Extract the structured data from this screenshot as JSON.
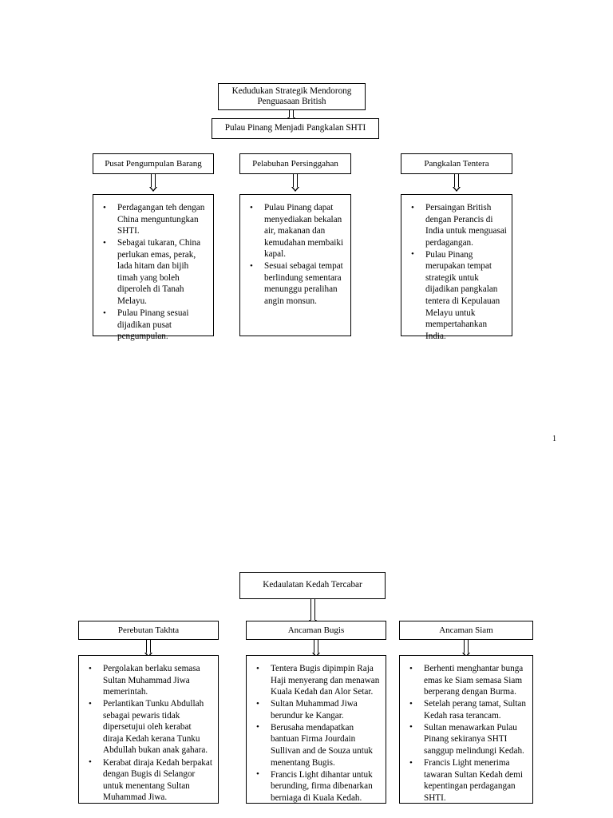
{
  "document": {
    "page_number": "1"
  },
  "diagram1": {
    "root": {
      "label": "Kedudukan Strategik Mendorong Penguasaan British"
    },
    "subroot": {
      "label": "Pulau Pinang Menjadi Pangkalan SHTI"
    },
    "columns": [
      {
        "header": "Pusat Pengumpulan Barang",
        "points": [
          "Perdagangan teh dengan China menguntungkan SHTI.",
          "Sebagai tukaran, China perlukan emas, perak, lada hitam dan bijih timah yang boleh diperoleh di Tanah Melayu.",
          "Pulau Pinang sesuai dijadikan pusat pengumpulan."
        ]
      },
      {
        "header": "Pelabuhan Persinggahan",
        "points": [
          "Pulau Pinang dapat menyediakan bekalan air, makanan dan kemudahan membaiki kapal.",
          "Sesuai sebagai tempat berlindung sementara menunggu peralihan angin monsun."
        ]
      },
      {
        "header": "Pangkalan Tentera",
        "points": [
          "Persaingan British dengan Perancis di India untuk menguasai perdagangan.",
          "Pulau Pinang merupakan tempat strategik untuk dijadikan pangkalan tentera di Kepulauan Melayu untuk mempertahankan India."
        ]
      }
    ]
  },
  "diagram2": {
    "root": {
      "label": "Kedaulatan Kedah Tercabar"
    },
    "columns": [
      {
        "header": "Perebutan Takhta",
        "points": [
          "Pergolakan berlaku semasa Sultan Muhammad Jiwa memerintah.",
          "Perlantikan Tunku Abdullah sebagai pewaris tidak dipersetujui oleh kerabat diraja Kedah kerana Tunku Abdullah bukan anak gahara.",
          "Kerabat diraja Kedah berpakat dengan Bugis di Selangor untuk menentang Sultan Muhammad Jiwa."
        ]
      },
      {
        "header": "Ancaman Bugis",
        "points": [
          "Tentera Bugis dipimpin Raja Haji menyerang dan menawan Kuala Kedah dan Alor Setar.",
          "Sultan Muhammad Jiwa berundur ke Kangar.",
          "Berusaha mendapatkan bantuan Firma Jourdain Sullivan and de Souza untuk menentang Bugis.",
          "Francis Light dihantar untuk berunding,  firma dibenarkan berniaga di Kuala Kedah."
        ]
      },
      {
        "header": "Ancaman Siam",
        "points": [
          "Berhenti menghantar bunga emas ke Siam semasa Siam berperang dengan Burma.",
          "Setelah perang tamat, Sultan Kedah rasa terancam.",
          "Sultan menawarkan Pulau Pinang sekiranya SHTI sanggup melindungi Kedah.",
          "Francis Light menerima tawaran Sultan Kedah demi kepentingan perdagangan SHTI."
        ]
      }
    ]
  }
}
